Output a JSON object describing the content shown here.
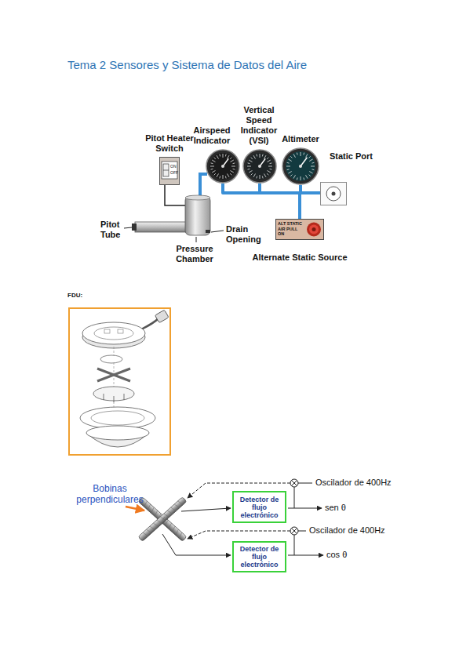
{
  "diagram": {
    "title": "Tema 2 Sensores y Sistema de Datos del Aire",
    "nodes": [
      {
        "text": [
          "Pitot Heater Switch",
          "ON",
          "OFF"
        ]
      },
      {
        "text": [
          "Airspeed Indicator"
        ]
      },
      {
        "text": [
          "Vertical Speed Indicator (VSI)"
        ]
      },
      {
        "text": [
          "Altimeter"
        ]
      },
      {
        "text": [
          "Static Port"
        ]
      },
      {
        "text": [
          "ALT STATIC AIR PULL ON",
          "Alternate Static Source"
        ]
      },
      {
        "text": [
          "Detector de flujo electrónico"
        ]
      },
      {
        "text": [
          "Detector de flujo electrónico"
        ]
      }
    ],
    "edges": [
      {
        "from": 2,
        "to": 1,
        "arrow": "none"
      },
      {
        "from": 3,
        "to": 2,
        "arrow": "none"
      },
      {
        "from": 3,
        "to": 4,
        "arrow": "none"
      },
      {
        "from": 3,
        "to": 5,
        "arrow": "none"
      }
    ],
    "labels": [
      "Pitot Tube",
      "Drain Opening",
      "Pressure Chamber",
      "FDU:",
      "Bobinas perpendiculares",
      "Oscilador de 400Hz",
      "sen θ",
      "Oscilador de 400Hz",
      "cos θ"
    ]
  }
}
